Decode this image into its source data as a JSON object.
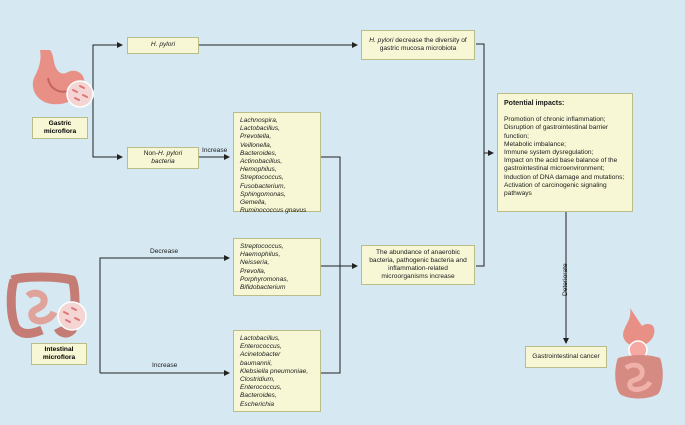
{
  "gastric_tag": "Gastric microflora",
  "intestinal_tag": "Intestinal microflora",
  "hp_box": "H. pylori",
  "nonhp_box": {
    "prefix": "Non-",
    "hp": "H. pylori",
    "suffix": "bacteria"
  },
  "hp_effect": {
    "hp": "H. pylori",
    "rest": " decrease the diversity of gastric mucosa microbiota"
  },
  "label_increase_gastric": "Increase",
  "label_decrease_intestinal": "Decrease",
  "label_increase_intestinal": "Increase",
  "label_deteriorate": "Deteriorate",
  "nonhp_bacteria": [
    "Lachnospira,",
    "Lactobacillus,",
    "Prevotella,",
    "Veillonella,",
    "Bacteroides,",
    "Actinobacillus,",
    "Hemophilus,",
    "Streptococcus,",
    "Fusobacterium,",
    "Sphingomonas,",
    "Gemella,",
    "Ruminococcus gnavus"
  ],
  "decrease_bacteria": [
    "Streptococcus,",
    "Haemophilus,",
    "Neisseria,",
    "Prevolla,",
    "Porphyromonas,",
    "Bifidobacterium"
  ],
  "increase_bacteria": [
    "Lactobacillus,",
    "Enterococcus,",
    "Acinetobacter baumannii,",
    "Klebsiella pneumoniae,",
    "Clostridium,",
    "Enterococcus,",
    "Bacteroides,",
    "Escherichia"
  ],
  "abundance_box": "The abundance of anaerobic bacteria, pathogenic bacteria and inflammation-related microorganisms increase",
  "impacts": {
    "title": "Potential impacts:",
    "items": [
      "Promotion of chronic inflammation;",
      "Disruption of gastrointestinal barrier function;",
      "Metabolic imbalance;",
      "Immune system dysregulation;",
      "Impact on the acid base balance of the gastrointestinal microenvironment;",
      "Induction of DNA damage and mutations;",
      "Activation of carcinogenic signaling pathways"
    ]
  },
  "cancer_box": "Gastrointestinal cancer",
  "colors": {
    "background": "#d6e8f2",
    "box_fill": "#f7f7d6",
    "box_border": "#b9bd8a",
    "organ": "#e88f86"
  }
}
